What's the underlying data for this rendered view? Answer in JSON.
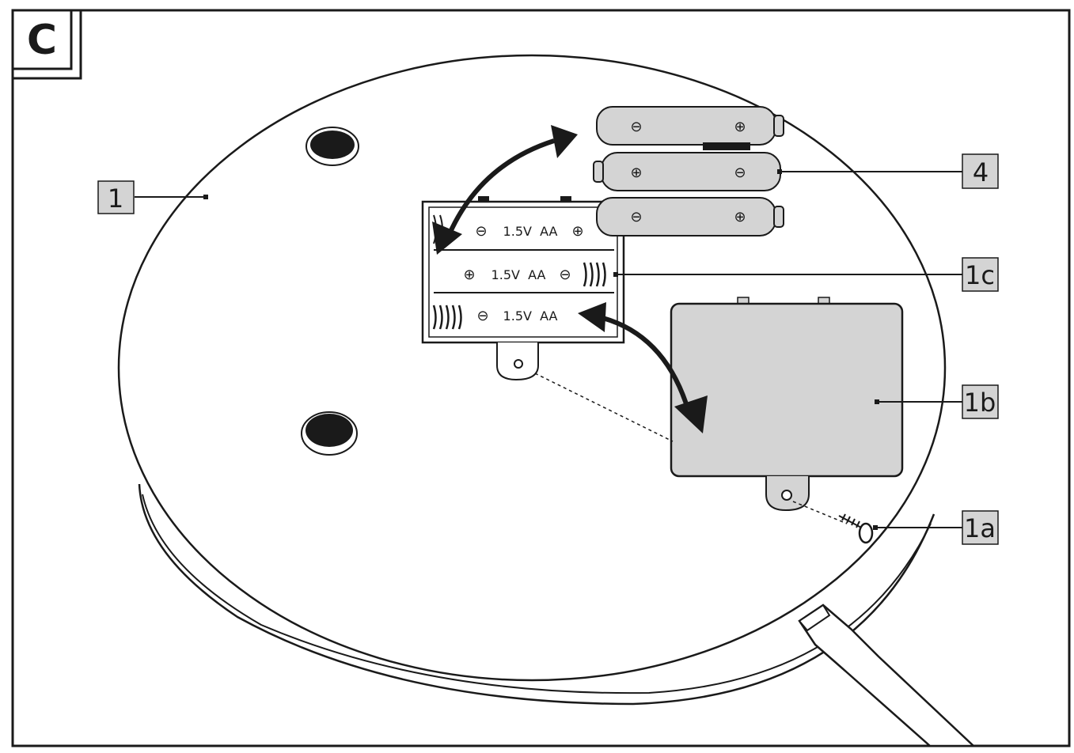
{
  "figure": {
    "panel_letter": "C",
    "callouts": {
      "base": "1",
      "batteries": "4",
      "battery_contacts": "1c",
      "battery_cover": "1b",
      "screw": "1a"
    },
    "battery_slot_1": {
      "minus": "⊖",
      "text": "1.5V  AA",
      "plus": "⊕"
    },
    "battery_slot_2": {
      "plus": "⊕",
      "text": "1.5V  AA",
      "minus": "⊖"
    },
    "battery_slot_3": {
      "minus": "⊖",
      "text": "1.5V  AA"
    },
    "loose_battery_1": {
      "left": "⊖",
      "right": "⊕"
    },
    "loose_battery_2": {
      "left": "⊕",
      "right": "⊖"
    },
    "loose_battery_3": {
      "left": "⊖",
      "right": "⊕"
    }
  }
}
